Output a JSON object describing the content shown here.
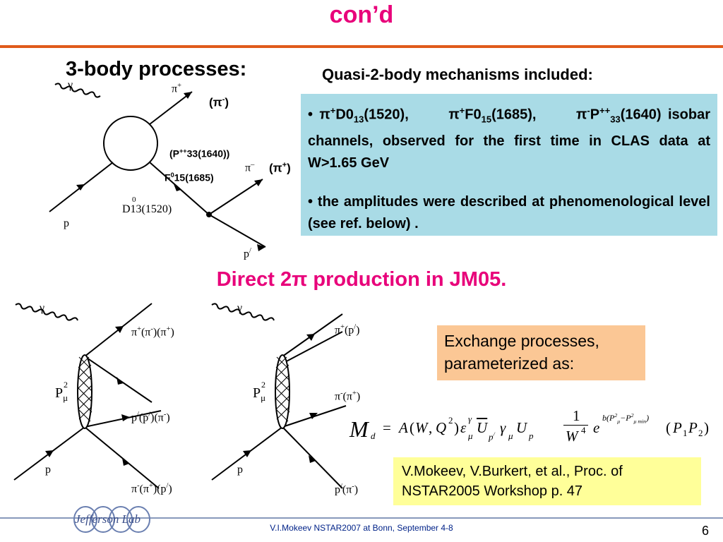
{
  "slide": {
    "title": "con’d",
    "section1": "3-body processes:",
    "quasi_title": "Quasi-2-body mechanisms included:",
    "bullet1_rest": "isobar channels, observed for the first time in CLAS data at W>1.65 GeV",
    "bullet2": "• the amplitudes were described at phenomenological level (see ref. below) .",
    "direct_title": "Direct 2π production in JM05.",
    "exchange_text": "Exchange processes, parameterized as:",
    "reference": "V.Mokeev, V.Burkert, et al., Proc. of NSTAR2005 Workshop p. 47",
    "footer": "V.I.Mokeev   NSTAR2007 at Bonn, September  4-8",
    "page_number": "6",
    "logo_text": "Jefferson Lab"
  },
  "diagram1": {
    "gamma": "γ",
    "pi_plus": "π",
    "pi_minus_paren": "(π",
    "pi_minus": "π",
    "pi_plus_paren": "(π",
    "p_in": "p",
    "p_out": "p",
    "d13": "D13(1520)",
    "d13_sup": "0",
    "p33": "(P",
    "p33_rest": "33(1640))",
    "f15": "F",
    "f15_rest": "15(1685)"
  },
  "diagram2": {
    "gamma": "γ",
    "vertex": "P",
    "p_in": "p"
  },
  "diagram3": {
    "gamma": "γ",
    "vertex": "P",
    "p_in": "p"
  },
  "colors": {
    "title": "#e8007a",
    "rule": "#e05a1a",
    "blue_box": "#a9dbe6",
    "orange_box": "#fbc795",
    "yellow_box": "#ffff99",
    "footer": "#002288"
  }
}
